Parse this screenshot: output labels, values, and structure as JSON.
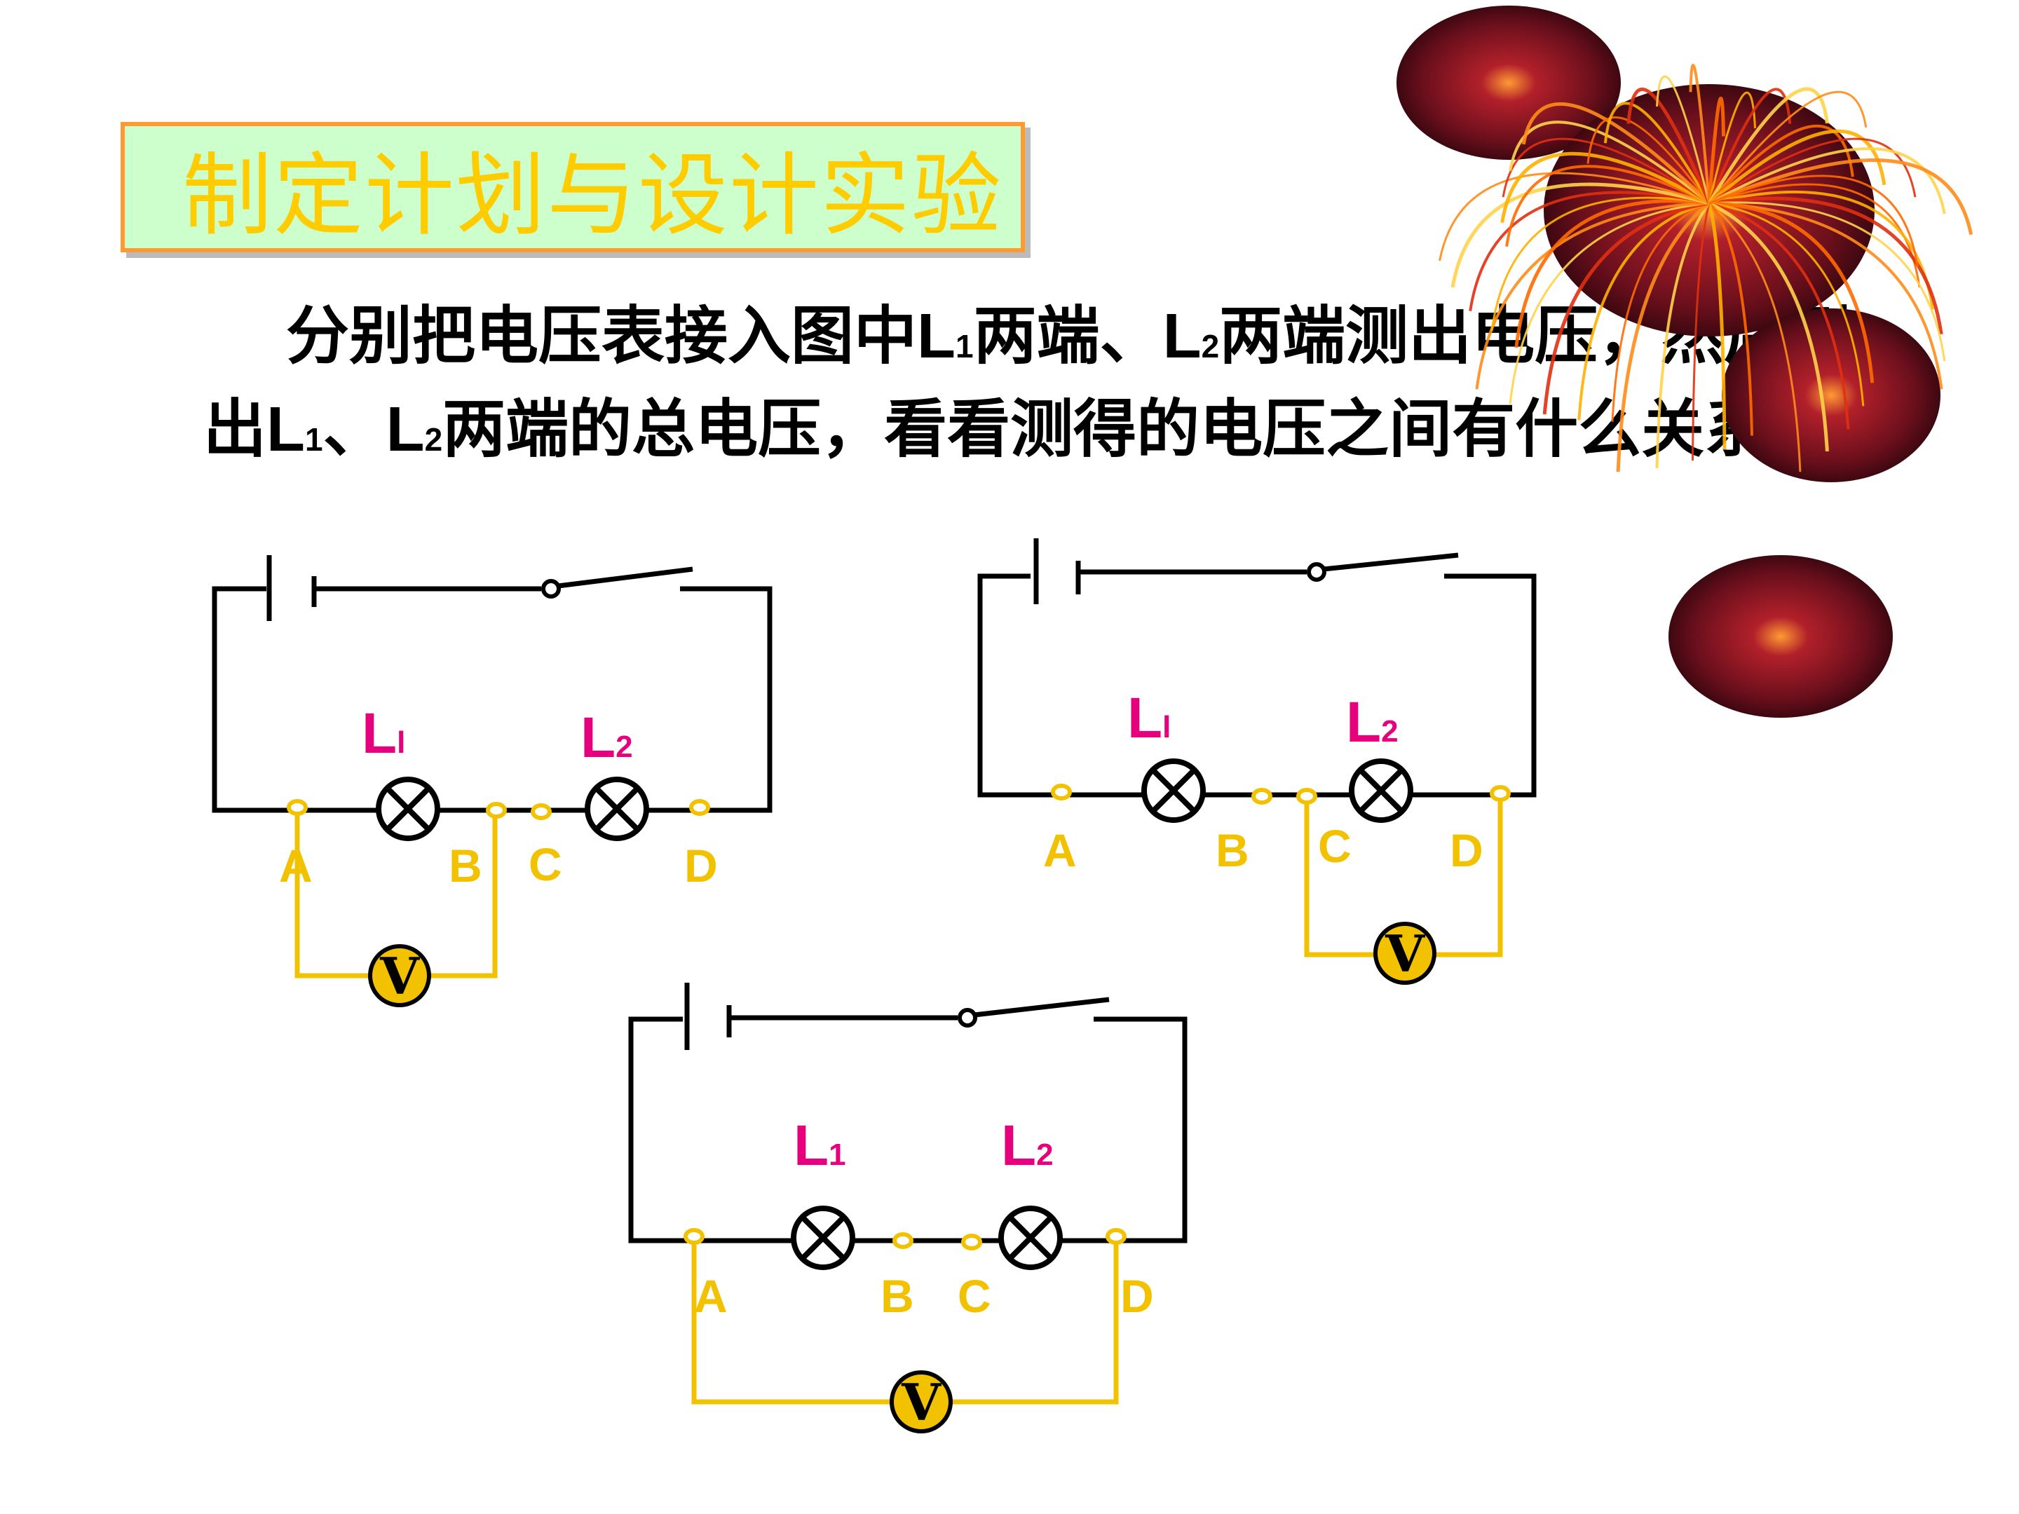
{
  "title": "制定计划与设计实验",
  "question": {
    "part1": "分别把电压表接入图中",
    "L": "L",
    "sub1": "1",
    "part2": "两端、",
    "sub2": "2",
    "part3": "两端测出电压，然后测出",
    "sep": "、",
    "part4": "两端的总电压，看看测得的电压之间有什么关系？"
  },
  "circuits": [
    {
      "bulb1_label": "L",
      "bulb1_sub": "l",
      "bulb2_label": "L",
      "bulb2_sub": "2",
      "points": [
        "A",
        "B",
        "C",
        "D"
      ],
      "meter": "V"
    },
    {
      "bulb1_label": "L",
      "bulb1_sub": "l",
      "bulb2_label": "L",
      "bulb2_sub": "2",
      "points": [
        "A",
        "B",
        "C",
        "D"
      ],
      "meter": "V"
    },
    {
      "bulb1_label": "L",
      "bulb1_sub": "1",
      "bulb2_label": "L",
      "bulb2_sub": "2",
      "points": [
        "A",
        "B",
        "C",
        "D"
      ],
      "meter": "V"
    }
  ],
  "colors": {
    "title_bg": "#ccffcc",
    "title_border": "#ff9933",
    "title_text": "#ffcc00",
    "bulb_label": "#e6007e",
    "point_label": "#f2c200",
    "meter": "#f2c200"
  }
}
